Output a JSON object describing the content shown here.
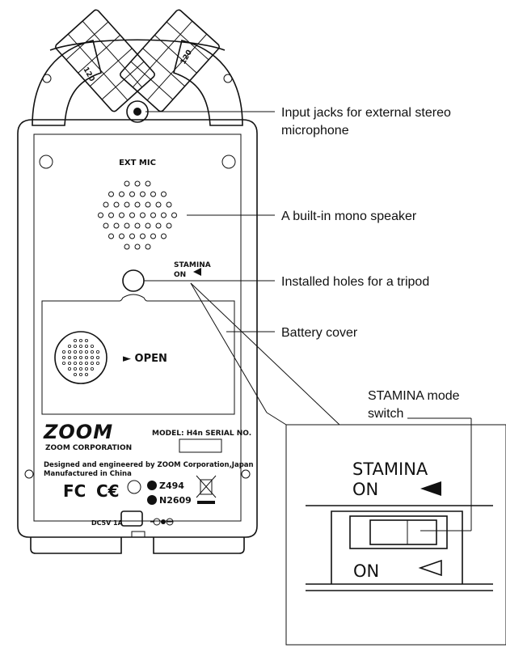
{
  "callouts": {
    "ext_mic_jack_line1": "Input jacks for external stereo",
    "ext_mic_jack_line2": "microphone",
    "speaker": "A built-in mono speaker",
    "tripod": "Installed holes for a tripod",
    "battery": "Battery cover",
    "stamina_switch_line1": "STAMINA mode",
    "stamina_switch_line2": "switch"
  },
  "device": {
    "ext_mic_label": "EXT MIC",
    "mic_angle_left": "120",
    "mic_angle_right": "120",
    "stamina_label": "STAMINA",
    "stamina_on": "ON",
    "open_label": "► OPEN",
    "brand_logo": "ZOOM",
    "corp_name": "ZOOM CORPORATION",
    "model_label": "MODEL: H4n  SERIAL NO.",
    "designed_line1": "Designed and engineered by ZOOM Corporation,Japan",
    "designed_line2": "Manufactured in China",
    "cert_fc": "FC",
    "cert_ce": "C€",
    "cert_z494": "Z494",
    "cert_n2609": "N2609",
    "dc_label": "DC5V 1A"
  },
  "zoom_inset": {
    "stamina_label": "STAMINA",
    "on_top": "ON",
    "on_bottom": "ON"
  }
}
